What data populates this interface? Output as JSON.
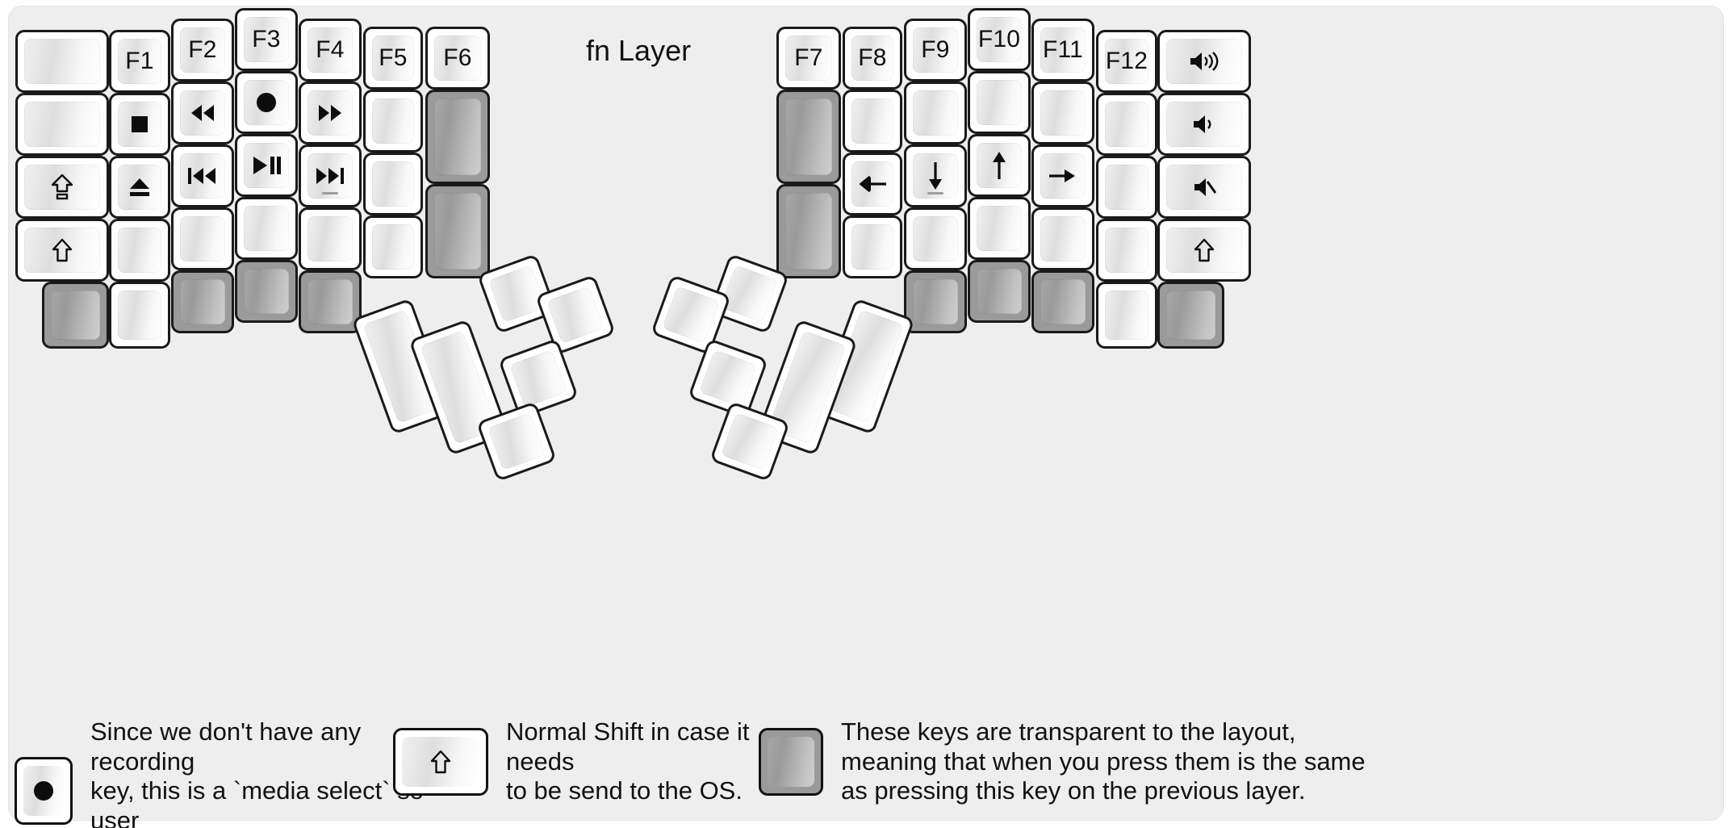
{
  "title": "fn Layer",
  "colors": {
    "background": "#eeeeee",
    "key_face": "#ffffff",
    "key_border": "#1a1a1a",
    "transparent_key": "#9a9a9a",
    "text": "#111111"
  },
  "keyboard": {
    "name": "split ergonomic columnar keyboard",
    "halves": [
      "left",
      "right"
    ],
    "left_half": {
      "columns": [
        {
          "name": "pinky-outer-column",
          "keys": [
            {
              "label": "",
              "icon": "",
              "state": "normal"
            },
            {
              "label": "",
              "icon": "",
              "state": "normal"
            },
            {
              "label": "",
              "icon": "caps-lock-icon",
              "state": "normal"
            },
            {
              "label": "",
              "icon": "shift-icon",
              "state": "normal"
            },
            {
              "label": "",
              "icon": "",
              "state": "transparent"
            }
          ]
        },
        {
          "name": "pinky-column",
          "keys": [
            {
              "label": "F1",
              "icon": "",
              "state": "normal"
            },
            {
              "label": "",
              "icon": "media-stop-icon",
              "state": "normal"
            },
            {
              "label": "",
              "icon": "media-eject-icon",
              "state": "normal"
            },
            {
              "label": "",
              "icon": "",
              "state": "normal"
            },
            {
              "label": "",
              "icon": "",
              "state": "normal"
            }
          ]
        },
        {
          "name": "ring-column",
          "keys": [
            {
              "label": "F2",
              "icon": "",
              "state": "normal"
            },
            {
              "label": "",
              "icon": "media-rewind-icon",
              "state": "normal"
            },
            {
              "label": "",
              "icon": "media-previous-icon",
              "state": "normal"
            },
            {
              "label": "",
              "icon": "",
              "state": "normal"
            },
            {
              "label": "",
              "icon": "",
              "state": "transparent"
            }
          ]
        },
        {
          "name": "middle-column",
          "keys": [
            {
              "label": "F3",
              "icon": "",
              "state": "normal"
            },
            {
              "label": "",
              "icon": "media-record-icon",
              "state": "normal"
            },
            {
              "label": "",
              "icon": "media-play-pause-icon",
              "state": "normal"
            },
            {
              "label": "",
              "icon": "",
              "state": "normal"
            },
            {
              "label": "",
              "icon": "",
              "state": "transparent"
            }
          ]
        },
        {
          "name": "index-column",
          "keys": [
            {
              "label": "F4",
              "icon": "",
              "state": "normal"
            },
            {
              "label": "",
              "icon": "media-fast-forward-icon",
              "state": "normal"
            },
            {
              "label": "",
              "icon": "media-next-icon",
              "state": "normal",
              "submark": true
            },
            {
              "label": "",
              "icon": "",
              "state": "normal"
            },
            {
              "label": "",
              "icon": "",
              "state": "transparent"
            }
          ]
        },
        {
          "name": "index-inner-column",
          "keys": [
            {
              "label": "F5",
              "icon": "",
              "state": "normal"
            },
            {
              "label": "",
              "icon": "",
              "state": "normal"
            },
            {
              "label": "",
              "icon": "",
              "state": "normal"
            },
            {
              "label": "",
              "icon": "",
              "state": "normal"
            }
          ]
        },
        {
          "name": "inner-column",
          "keys": [
            {
              "label": "F6",
              "icon": "",
              "state": "normal"
            },
            {
              "label": "",
              "icon": "",
              "state": "transparent",
              "tall": true
            },
            {
              "label": "",
              "icon": "",
              "state": "transparent",
              "tall": true
            }
          ]
        }
      ],
      "thumb_cluster": {
        "rotation_deg": -20,
        "keys": [
          {
            "label": "",
            "icon": "",
            "state": "normal",
            "size": "2u-vertical"
          },
          {
            "label": "",
            "icon": "",
            "state": "normal",
            "size": "2u-vertical"
          },
          {
            "label": "",
            "icon": "",
            "state": "normal",
            "size": "1u"
          },
          {
            "label": "",
            "icon": "",
            "state": "normal",
            "size": "1u"
          },
          {
            "label": "",
            "icon": "",
            "state": "normal",
            "size": "1u"
          },
          {
            "label": "",
            "icon": "",
            "state": "normal",
            "size": "1u"
          }
        ]
      }
    },
    "right_half": {
      "columns": [
        {
          "name": "inner-column",
          "keys": [
            {
              "label": "F7",
              "icon": "",
              "state": "normal"
            },
            {
              "label": "",
              "icon": "",
              "state": "transparent",
              "tall": true
            },
            {
              "label": "",
              "icon": "",
              "state": "transparent",
              "tall": true
            }
          ]
        },
        {
          "name": "index-inner-column",
          "keys": [
            {
              "label": "F8",
              "icon": "",
              "state": "normal"
            },
            {
              "label": "",
              "icon": "",
              "state": "normal"
            },
            {
              "label": "",
              "icon": "arrow-left-icon",
              "state": "normal"
            },
            {
              "label": "",
              "icon": "",
              "state": "normal"
            }
          ]
        },
        {
          "name": "index-column",
          "keys": [
            {
              "label": "F9",
              "icon": "",
              "state": "normal"
            },
            {
              "label": "",
              "icon": "",
              "state": "normal"
            },
            {
              "label": "",
              "icon": "arrow-down-icon",
              "state": "normal",
              "submark": true
            },
            {
              "label": "",
              "icon": "",
              "state": "normal"
            },
            {
              "label": "",
              "icon": "",
              "state": "transparent"
            }
          ]
        },
        {
          "name": "middle-column",
          "keys": [
            {
              "label": "F10",
              "icon": "",
              "state": "normal"
            },
            {
              "label": "",
              "icon": "",
              "state": "normal"
            },
            {
              "label": "",
              "icon": "arrow-up-icon",
              "state": "normal"
            },
            {
              "label": "",
              "icon": "",
              "state": "normal"
            },
            {
              "label": "",
              "icon": "",
              "state": "transparent"
            }
          ]
        },
        {
          "name": "ring-column",
          "keys": [
            {
              "label": "F11",
              "icon": "",
              "state": "normal"
            },
            {
              "label": "",
              "icon": "",
              "state": "normal"
            },
            {
              "label": "",
              "icon": "arrow-right-icon",
              "state": "normal"
            },
            {
              "label": "",
              "icon": "",
              "state": "normal"
            },
            {
              "label": "",
              "icon": "",
              "state": "transparent"
            }
          ]
        },
        {
          "name": "pinky-column",
          "keys": [
            {
              "label": "F12",
              "icon": "",
              "state": "normal"
            },
            {
              "label": "",
              "icon": "",
              "state": "normal"
            },
            {
              "label": "",
              "icon": "",
              "state": "normal"
            },
            {
              "label": "",
              "icon": "",
              "state": "normal"
            },
            {
              "label": "",
              "icon": "",
              "state": "normal"
            }
          ]
        },
        {
          "name": "pinky-outer-column",
          "keys": [
            {
              "label": "",
              "icon": "volume-up-icon",
              "state": "normal"
            },
            {
              "label": "",
              "icon": "volume-down-icon",
              "state": "normal"
            },
            {
              "label": "",
              "icon": "volume-mute-icon",
              "state": "normal"
            },
            {
              "label": "",
              "icon": "shift-icon",
              "state": "normal"
            },
            {
              "label": "",
              "icon": "",
              "state": "transparent"
            }
          ]
        }
      ],
      "thumb_cluster": {
        "rotation_deg": 20,
        "keys": [
          {
            "label": "",
            "icon": "",
            "state": "normal",
            "size": "2u-vertical"
          },
          {
            "label": "",
            "icon": "",
            "state": "normal",
            "size": "2u-vertical"
          },
          {
            "label": "",
            "icon": "",
            "state": "normal",
            "size": "1u"
          },
          {
            "label": "",
            "icon": "",
            "state": "normal",
            "size": "1u"
          },
          {
            "label": "",
            "icon": "",
            "state": "normal",
            "size": "1u"
          },
          {
            "label": "",
            "icon": "",
            "state": "normal",
            "size": "1u"
          }
        ]
      }
    }
  },
  "legend": [
    {
      "key_icon": "media-record-icon",
      "key_state": "normal",
      "text": "Since we don't have any recording\nkey, this is a `media select` so user\ncan map it to anything else."
    },
    {
      "key_icon": "shift-icon",
      "key_state": "normal",
      "text": "Normal Shift in case it needs\nto be send to the OS."
    },
    {
      "key_icon": "",
      "key_state": "transparent",
      "text": "These keys are transparent to the layout,\nmeaning that when you press them is the same\nas pressing this key on the previous layer."
    }
  ]
}
